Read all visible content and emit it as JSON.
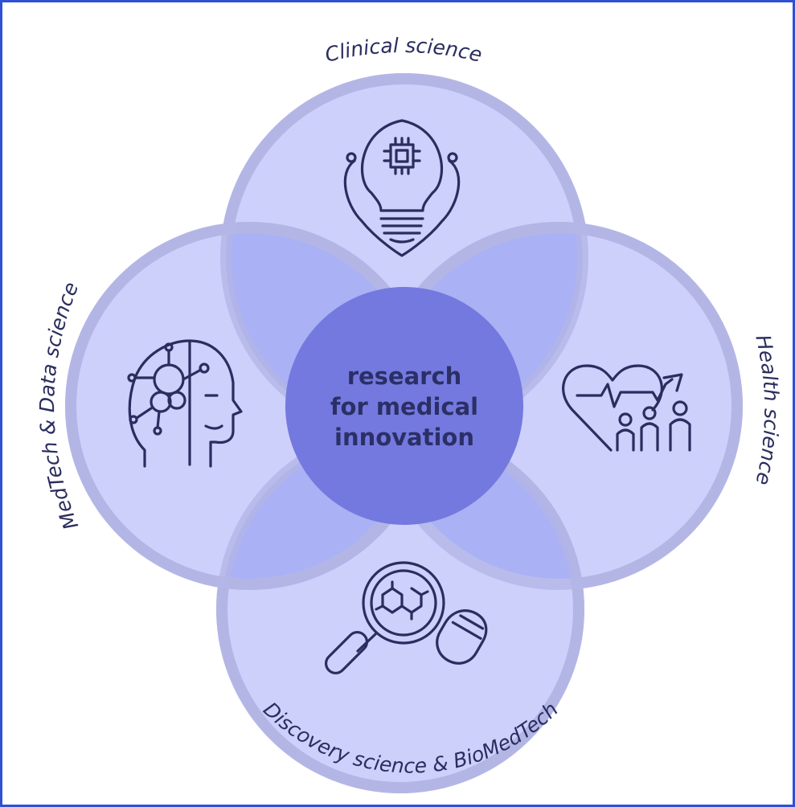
{
  "diagram": {
    "center": {
      "lines": [
        "research",
        "for medical",
        "innovation"
      ]
    },
    "petals": [
      {
        "id": "top",
        "label": "Clinical science",
        "icon": "lightbulb-chip-stethoscope-icon"
      },
      {
        "id": "right",
        "label": "Health science",
        "icon": "heart-pulse-people-icon"
      },
      {
        "id": "bottom",
        "label": "Discovery science & BioMedTech",
        "icon": "magnifier-molecule-capsule-icon"
      },
      {
        "id": "left",
        "label": "MedTech & Data science",
        "icon": "ai-head-circuit-icon"
      }
    ],
    "colors": {
      "petal_fill": "#ccd0fb",
      "petal_ring": "#b5b8e3",
      "overlap_fill": "#aab1f4",
      "center_fill": "#7479df",
      "frame_border": "#2f4fd6",
      "text": "#2a2d5e"
    }
  }
}
